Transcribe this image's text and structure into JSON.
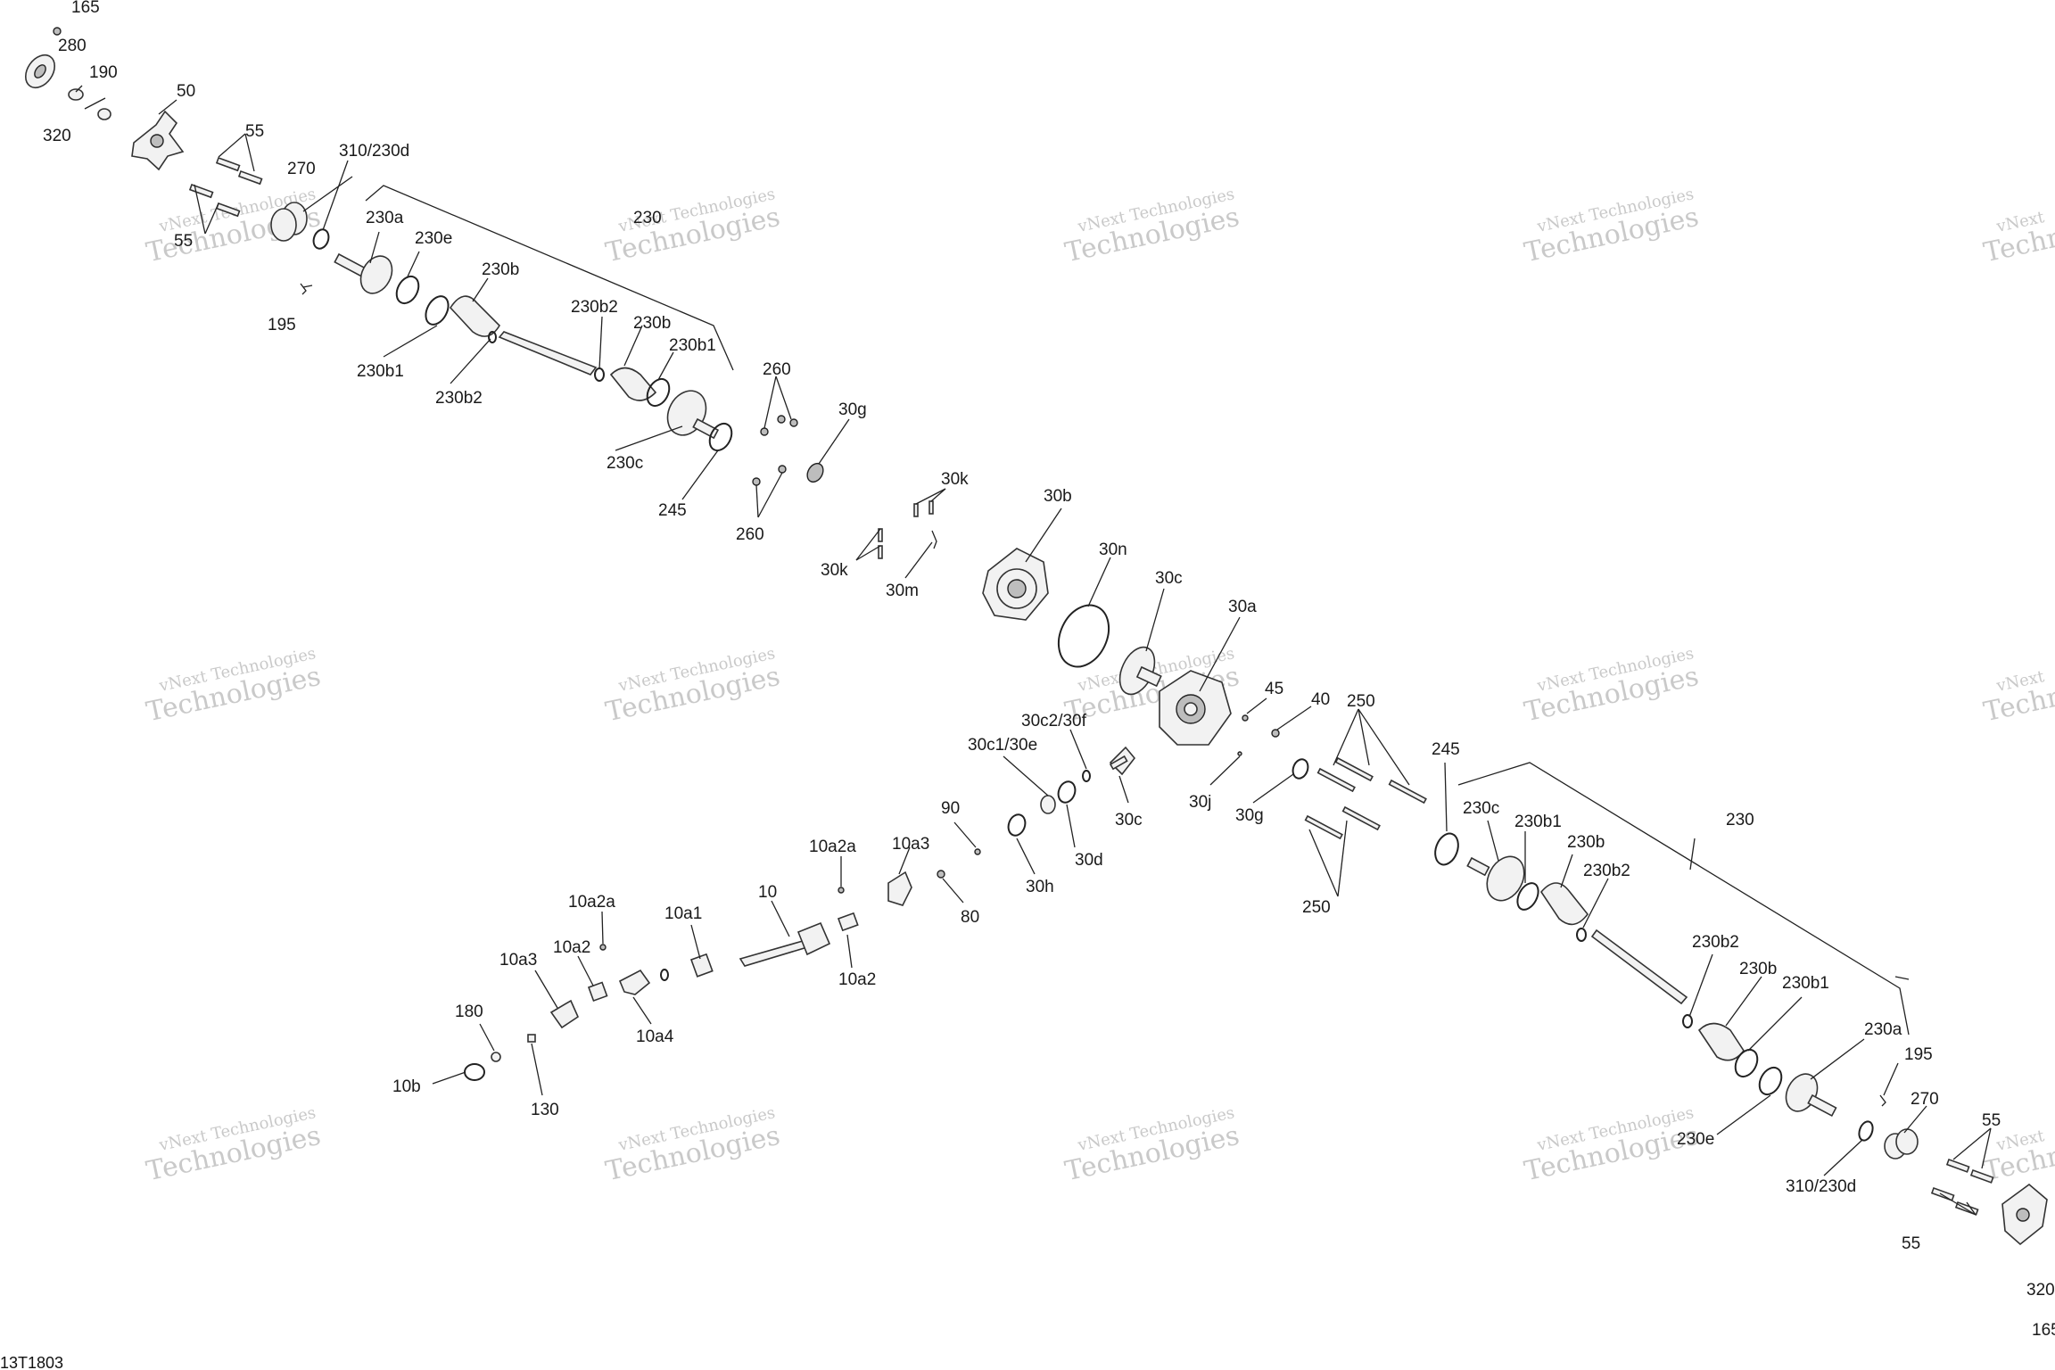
{
  "figure_code": "13T1803",
  "watermark": {
    "line1": "vNext Technologies",
    "line2": "Technologies",
    "prefix": "vNext"
  },
  "labels": {
    "l165": "165",
    "l280": "280",
    "l190": "190",
    "l50": "50",
    "l320": "320",
    "l55_top": "55",
    "l270": "270",
    "l310": "310/230d",
    "l230_top": "230",
    "l55_left": "55",
    "l230a": "230a",
    "l230e": "230e",
    "l230b": "230b",
    "l195": "195",
    "l230b1": "230b1",
    "l230b2": "230b2",
    "l230b2b": "230b2",
    "l230bb": "230b",
    "l230b1b": "230b1",
    "l260a": "260",
    "l230c": "230c",
    "l245": "245",
    "l30g": "30g",
    "l260b": "260",
    "l30ka": "30k",
    "l30kb": "30k",
    "l30m": "30m",
    "l30b": "30b",
    "l30n": "30n",
    "l30c": "30c",
    "l30a": "30a",
    "l45": "45",
    "l40": "40",
    "l250a": "250",
    "l30c2": "30c2/30f",
    "l30c1": "30c1/30e",
    "l30cb": "30c",
    "l30j": "30j",
    "l30gb": "30g",
    "l245b": "245",
    "l90": "90",
    "l30d": "30d",
    "l30h": "30h",
    "l10a2a": "10a2a",
    "l10a3": "10a3",
    "l80": "80",
    "l10": "10",
    "l10a2aa": "10a2a",
    "l10a1": "10a1",
    "l10a2": "10a2",
    "l10a3b": "10a3",
    "l10a2b": "10a2",
    "l10a4": "10a4",
    "l180": "180",
    "l10b": "10b",
    "l130": "130",
    "l250b": "250",
    "l230cR": "230c",
    "l230b1R": "230b1",
    "l230bR": "230b",
    "l230R": "230",
    "l230b2R": "230b2",
    "l230b2R2": "230b2",
    "l230bR2": "230b",
    "l230b1R2": "230b1",
    "l230aR": "230a",
    "l195R": "195",
    "l230eR": "230e",
    "l270R": "270",
    "l310R": "310/230d",
    "l55R": "55",
    "l55R2": "55",
    "l320R": "320",
    "l165R": "165"
  }
}
